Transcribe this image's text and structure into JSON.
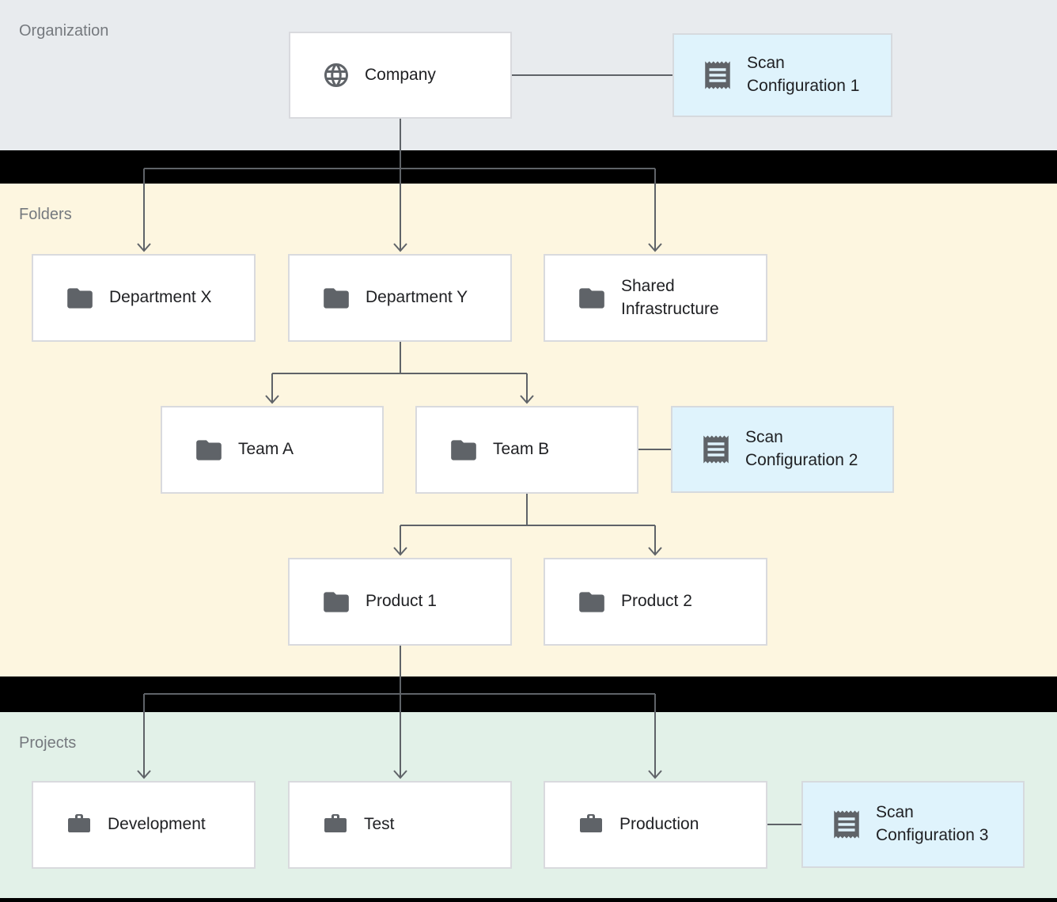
{
  "diagram": {
    "type": "resource-hierarchy",
    "sections": [
      {
        "label": "Organization"
      },
      {
        "label": "Folders"
      },
      {
        "label": "Projects"
      }
    ],
    "nodes": [
      {
        "id": "company",
        "label": "Company",
        "icon": "globe-icon",
        "section": "Organization"
      },
      {
        "id": "scan-config-1",
        "label": "Scan Configuration 1",
        "icon": "receipt-icon",
        "section": "Organization"
      },
      {
        "id": "department-x",
        "label": "Department X",
        "icon": "folder-icon",
        "section": "Folders"
      },
      {
        "id": "department-y",
        "label": "Department Y",
        "icon": "folder-icon",
        "section": "Folders"
      },
      {
        "id": "shared-infrastructure",
        "label": "Shared Infrastructure",
        "icon": "folder-icon",
        "section": "Folders"
      },
      {
        "id": "team-a",
        "label": "Team A",
        "icon": "folder-icon",
        "section": "Folders"
      },
      {
        "id": "team-b",
        "label": "Team B",
        "icon": "folder-icon",
        "section": "Folders"
      },
      {
        "id": "scan-config-2",
        "label": "Scan Configuration 2",
        "icon": "receipt-icon",
        "section": "Folders"
      },
      {
        "id": "product-1",
        "label": "Product 1",
        "icon": "folder-icon",
        "section": "Folders"
      },
      {
        "id": "product-2",
        "label": "Product 2",
        "icon": "folder-icon",
        "section": "Folders"
      },
      {
        "id": "development",
        "label": "Development",
        "icon": "briefcase-icon",
        "section": "Projects"
      },
      {
        "id": "test",
        "label": "Test",
        "icon": "briefcase-icon",
        "section": "Projects"
      },
      {
        "id": "production",
        "label": "Production",
        "icon": "briefcase-icon",
        "section": "Projects"
      },
      {
        "id": "scan-config-3",
        "label": "Scan Configuration 3",
        "icon": "receipt-icon",
        "section": "Projects"
      }
    ],
    "edges": [
      {
        "from": "Company",
        "to": "Scan Configuration 1",
        "style": "plain-line"
      },
      {
        "from": "Company",
        "to": "Department X",
        "style": "arrow"
      },
      {
        "from": "Company",
        "to": "Department Y",
        "style": "arrow"
      },
      {
        "from": "Company",
        "to": "Shared Infrastructure",
        "style": "arrow"
      },
      {
        "from": "Department Y",
        "to": "Team A",
        "style": "arrow"
      },
      {
        "from": "Department Y",
        "to": "Team B",
        "style": "arrow"
      },
      {
        "from": "Team B",
        "to": "Scan Configuration 2",
        "style": "plain-line"
      },
      {
        "from": "Team B",
        "to": "Product 1",
        "style": "arrow"
      },
      {
        "from": "Team B",
        "to": "Product 2",
        "style": "arrow"
      },
      {
        "from": "Product 1",
        "to": "Development",
        "style": "arrow"
      },
      {
        "from": "Product 1",
        "to": "Test",
        "style": "arrow"
      },
      {
        "from": "Product 1",
        "to": "Production",
        "style": "arrow"
      },
      {
        "from": "Production",
        "to": "Scan Configuration 3",
        "style": "plain-line"
      }
    ],
    "colors": {
      "organization_bg": "#e8ebee",
      "folders_bg": "#fdf6e0",
      "projects_bg": "#e2f1e8",
      "scan_config_bg": "#dff3fc",
      "node_bg": "#ffffff",
      "node_border": "#d9dade",
      "connector": "#5f6368",
      "icon": "#5f6368",
      "node_label_text": "#202124",
      "section_label_text": "#75797e",
      "gap_bg": "#000000"
    }
  }
}
